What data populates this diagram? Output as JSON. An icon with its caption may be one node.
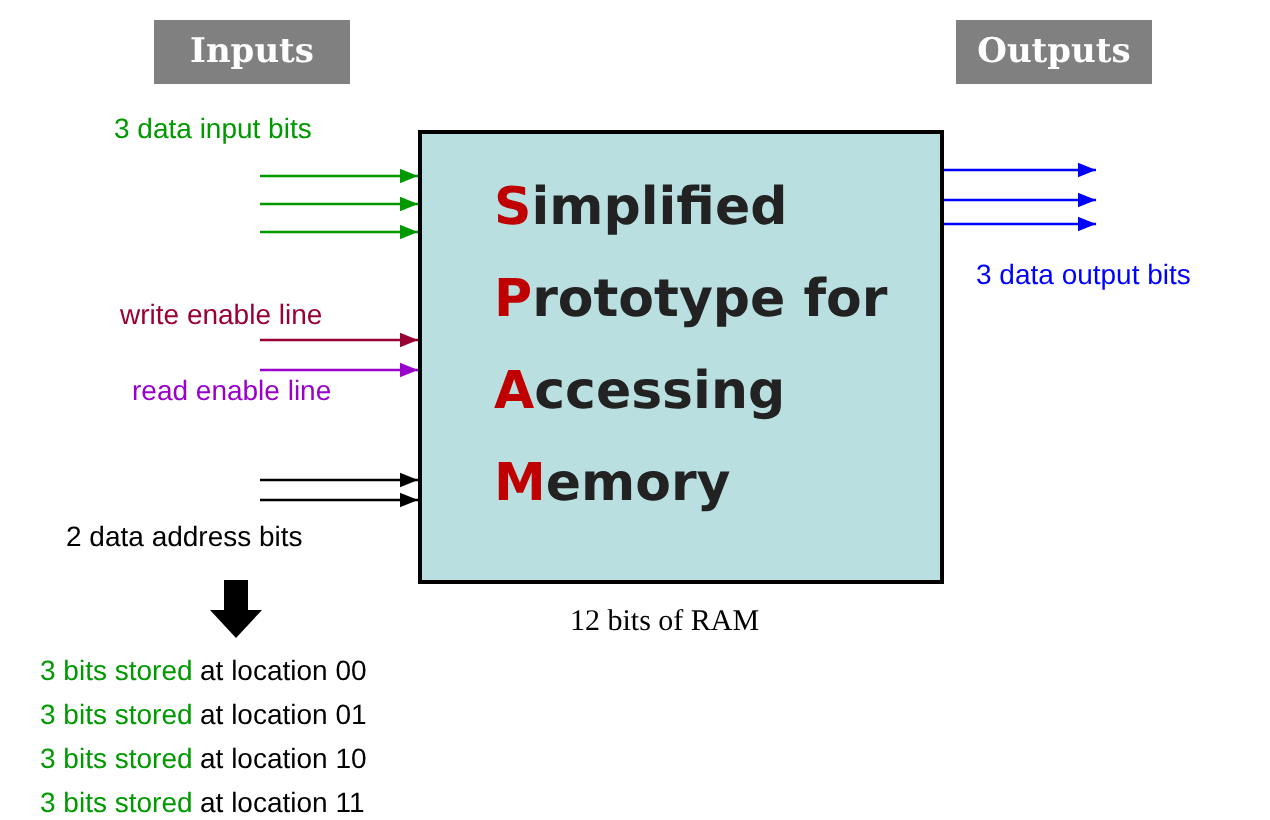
{
  "diagram": {
    "nodes": [
      {
        "text": [
          "Inputs"
        ]
      },
      {
        "text": [
          "Outputs"
        ]
      },
      {
        "text": [
          "Simplified",
          "Prototype for",
          "Accessing",
          "Memory"
        ],
        "beside": [
          "12 bits of RAM"
        ]
      }
    ],
    "edges": [
      {
        "from": null,
        "to": 2,
        "arrow": "to",
        "color": "#009900"
      },
      {
        "from": null,
        "to": 2,
        "arrow": "to",
        "color": "#009900"
      },
      {
        "from": null,
        "to": 2,
        "arrow": "to",
        "color": "#009900"
      },
      {
        "from": null,
        "to": 2,
        "arrow": "to",
        "label": "write enable line",
        "color": "#990033"
      },
      {
        "from": null,
        "to": 2,
        "arrow": "to",
        "label": "read enable line",
        "color": "#9900cc"
      },
      {
        "from": null,
        "to": 2,
        "arrow": "to",
        "color": "#000000"
      },
      {
        "from": null,
        "to": 2,
        "arrow": "to",
        "color": "#000000"
      },
      {
        "from": 2,
        "to": null,
        "arrow": "to",
        "color": "#0000ff"
      },
      {
        "from": 2,
        "to": null,
        "arrow": "to",
        "color": "#0000ff"
      },
      {
        "from": 2,
        "to": null,
        "arrow": "to",
        "color": "#0000ff"
      }
    ],
    "labels": [
      "3 data input bits",
      "3 data output bits",
      "2 data address bits",
      "3 bits stored",
      "at location 00",
      "3 bits stored",
      "at location 01",
      "3 bits stored",
      "at location 10",
      "3 bits stored",
      "at location 11"
    ]
  }
}
